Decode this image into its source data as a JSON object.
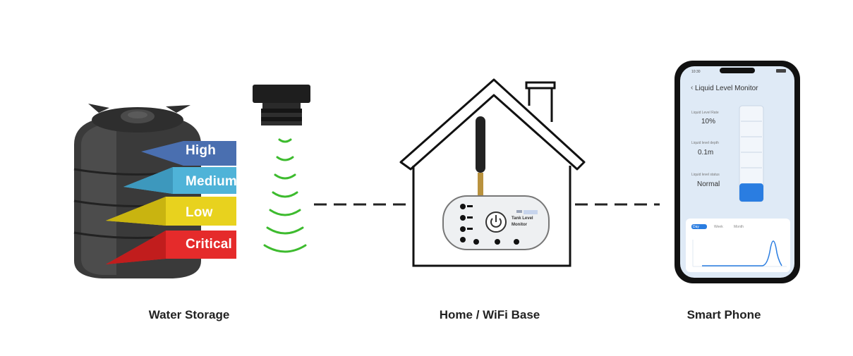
{
  "captions": {
    "water_storage": "Water Storage",
    "home_base": "Home / WiFi Base",
    "smart_phone": "Smart Phone"
  },
  "tank_levels": [
    {
      "label": "High",
      "color": "#4a6fb0"
    },
    {
      "label": "Medium",
      "color": "#4fb3d8"
    },
    {
      "label": "Low",
      "color": "#e8d21e"
    },
    {
      "label": "Critical",
      "color": "#e52b2b"
    }
  ],
  "device": {
    "label_line1": "Tank Level",
    "label_line2": "Monitor"
  },
  "phone": {
    "app_title": "Liquid Level Monitor",
    "fields": [
      {
        "label": "Liquid Level Rate",
        "value": "10%"
      },
      {
        "label": "Liquid level depth",
        "value": "0.1m"
      },
      {
        "label": "Liquid level status",
        "value": "Normal"
      }
    ],
    "gauge_fill_percent": 10,
    "tabs": [
      "Day",
      "Week",
      "Month"
    ]
  },
  "colors": {
    "signal_green": "#3dbb2e",
    "line_dark": "#222222",
    "phone_frame": "#111111",
    "phone_screen": "#dfeaf6",
    "gauge_fill": "#2a7de1"
  }
}
